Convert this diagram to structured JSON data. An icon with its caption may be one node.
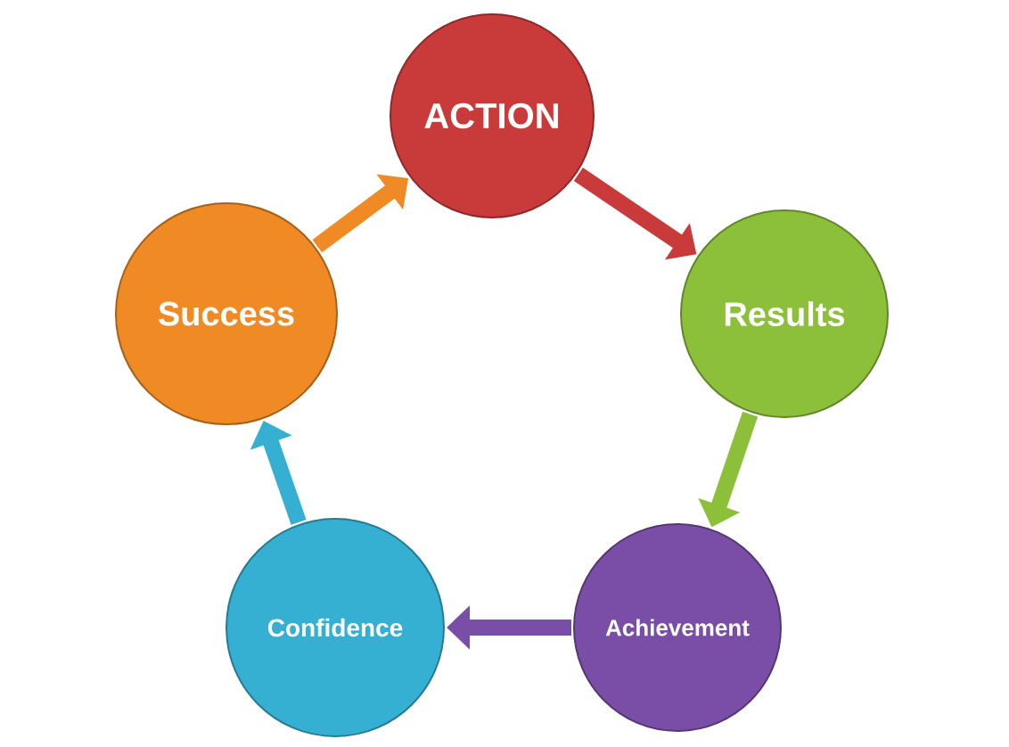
{
  "diagram": {
    "nodes": [
      {
        "text": [
          "ACTION"
        ]
      },
      {
        "text": [
          "Results"
        ]
      },
      {
        "text": [
          "Achievement"
        ]
      },
      {
        "text": [
          "Confidence"
        ]
      },
      {
        "text": [
          "Success"
        ]
      }
    ],
    "edges": [
      {
        "from": 0,
        "to": 1,
        "arrow": "to",
        "color": "#c93a3a"
      },
      {
        "from": 1,
        "to": 2,
        "arrow": "to",
        "color": "#8cbf3a"
      },
      {
        "from": 2,
        "to": 3,
        "arrow": "to",
        "color": "#7a4ea6"
      },
      {
        "from": 3,
        "to": 4,
        "arrow": "to",
        "color": "#35afd2"
      },
      {
        "from": 4,
        "to": 0,
        "arrow": "to",
        "color": "#f08a24"
      }
    ]
  }
}
